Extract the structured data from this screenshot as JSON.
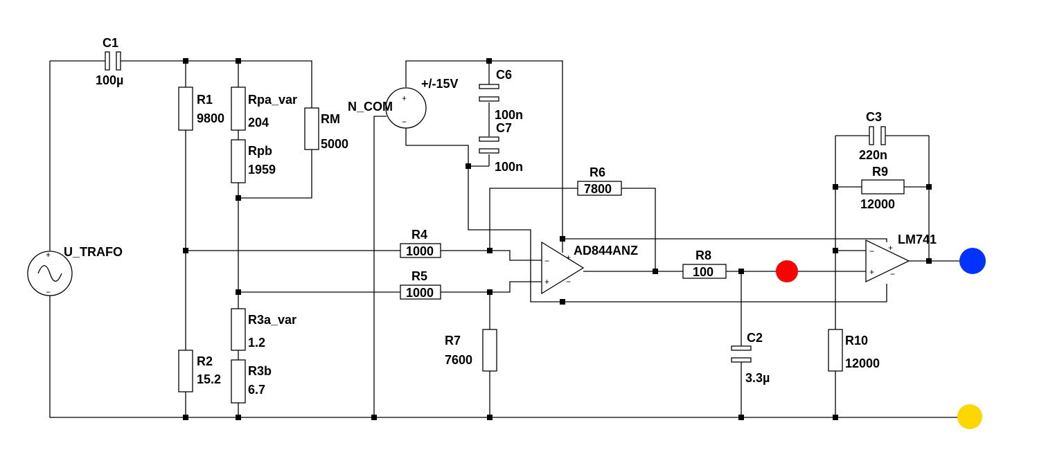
{
  "components": {
    "C1": {
      "name": "C1",
      "value": "100µ"
    },
    "R1": {
      "name": "R1",
      "value": "9800"
    },
    "Rpa": {
      "name": "Rpa_var",
      "value": "204"
    },
    "Rpb": {
      "name": "Rpb",
      "value": "1959"
    },
    "RM": {
      "name": "RM",
      "value": "5000"
    },
    "R2": {
      "name": "R2",
      "value": "15.2"
    },
    "R3a": {
      "name": "R3a_var",
      "value": "1.2"
    },
    "R3b": {
      "name": "R3b",
      "value": "6.7"
    },
    "R4": {
      "name": "R4",
      "value": "1000"
    },
    "R5": {
      "name": "R5",
      "value": "1000"
    },
    "R6": {
      "name": "R6",
      "value": "7800"
    },
    "R7": {
      "name": "R7",
      "value": "7600"
    },
    "R8": {
      "name": "R8",
      "value": "100"
    },
    "R9": {
      "name": "R9",
      "value": "12000"
    },
    "R10": {
      "name": "R10",
      "value": "12000"
    },
    "C2": {
      "name": "C2",
      "value": "3.3µ"
    },
    "C3": {
      "name": "C3",
      "value": "220n"
    },
    "C6": {
      "name": "C6",
      "value": "100n"
    },
    "C7": {
      "name": "C7",
      "value": "100n"
    },
    "U_TRAFO": {
      "name": "U_TRAFO"
    },
    "N_COM": {
      "name": "N_COM",
      "value": "+/-15V"
    },
    "AD844": {
      "name": "AD844ANZ"
    },
    "LM741": {
      "name": "LM741"
    }
  },
  "pin_marks": {
    "plus": "+",
    "minus": "−"
  },
  "probe_colors": {
    "red": "#ff0000",
    "blue": "#0033ff",
    "yellow": "#ffd700"
  }
}
